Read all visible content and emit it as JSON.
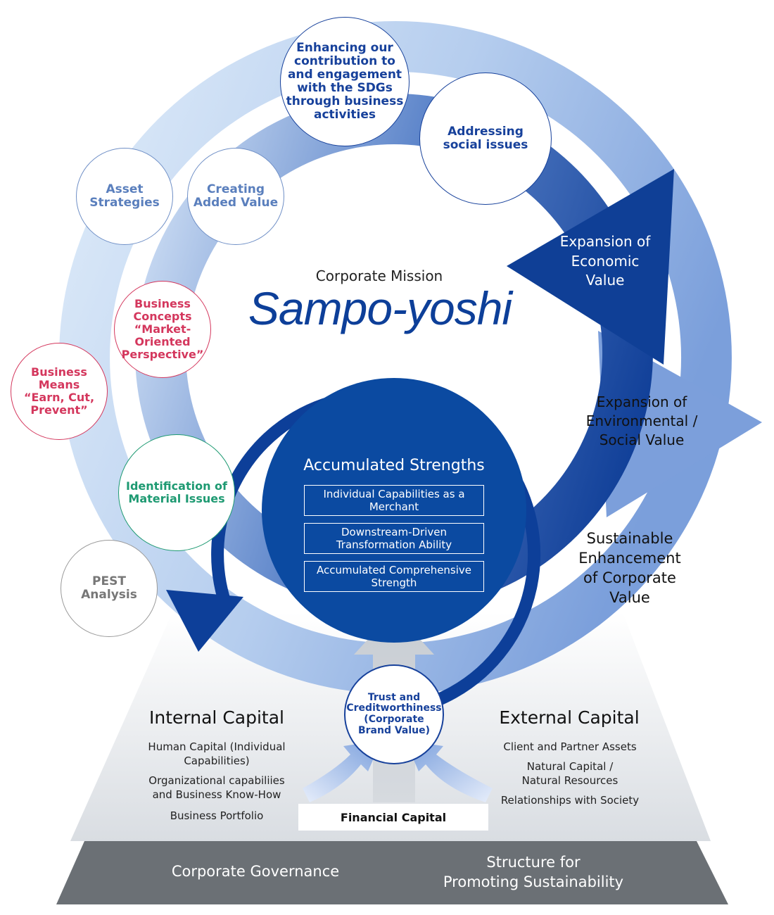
{
  "mission": {
    "caption": "Corporate Mission",
    "name": "Sampo-yoshi"
  },
  "process_circles": {
    "sdgs": "Enhancing our\ncontribution to\nand engagement\nwith the SDGs\nthrough business\nactivities",
    "social_issues": "Addressing\nsocial issues",
    "added_value": "Creating\nAdded Value",
    "asset_strategies": "Asset\nStrategies",
    "business_concepts": "Business\nConcepts\n“Market-\nOriented\nPerspective”",
    "business_means": "Business\nMeans\n“Earn, Cut,\nPrevent”",
    "material_issues": "Identification of\nMaterial Issues",
    "pest": "PEST\nAnalysis"
  },
  "value_labels": {
    "economic": "Expansion of\nEconomic\nValue",
    "environmental": "Expansion of\nEnvironmental /\nSocial Value",
    "sustainable": "Sustainable\nEnhancement\nof Corporate\nValue"
  },
  "strengths": {
    "title": "Accumulated Strengths",
    "items": [
      "Individual Capabilities as a\nMerchant",
      "Downstream-Driven\nTransformation Ability",
      "Accumulated Comprehensive\nStrength"
    ]
  },
  "trust": "Trust and\nCreditworthiness\n(Corporate\nBrand Value)",
  "internal_capital": {
    "title": "Internal Capital",
    "items": [
      "Human Capital (Individual\nCapabilities)",
      "Organizational capabiliies\nand Business Know-How",
      "Business Portfolio"
    ]
  },
  "external_capital": {
    "title": "External Capital",
    "items": [
      "Client and Partner Assets",
      "Natural Capital /\nNatural Resources",
      "Relationships with Society"
    ]
  },
  "financial_capital": "Financial Capital",
  "foundation": {
    "governance": "Corporate Governance",
    "sustainability": "Structure for\nPromoting Sustainability"
  },
  "colors": {
    "navy": "#0d3f99",
    "ring_light": "#dbe9f8",
    "ring_mid": "#8fb0e0",
    "red": "#d4375d",
    "green": "#1e9a72",
    "foundation": "#6b7075"
  }
}
